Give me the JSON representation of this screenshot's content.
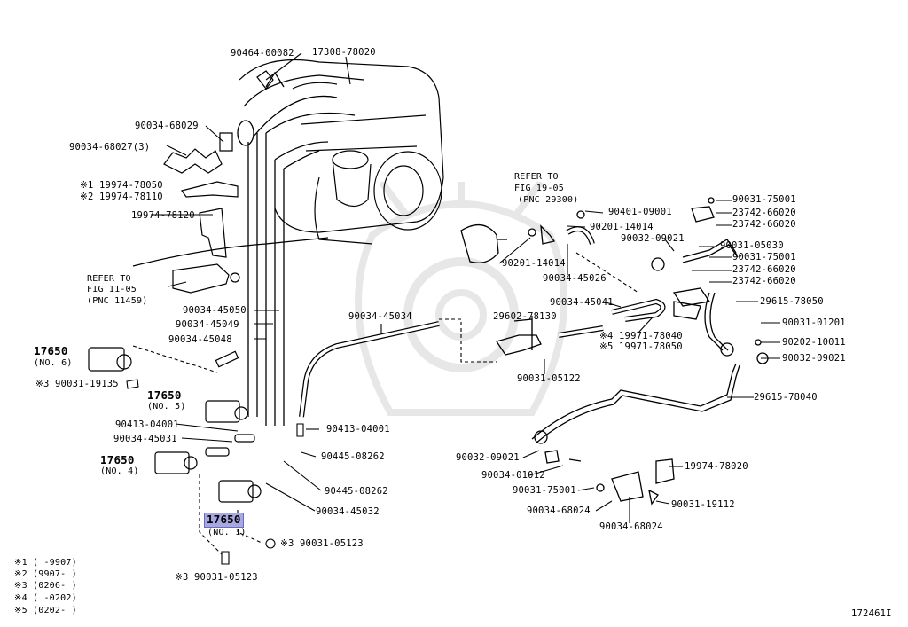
{
  "diagram_id": "172461I",
  "parts": {
    "p_90464_00082": "90464-00082",
    "p_17308_78020": "17308-78020",
    "p_90034_68029": "90034-68029",
    "p_90034_68027": "90034-68027(3)",
    "p_19974_78050": "※1 19974-78050",
    "p_19974_78110": "※2 19974-78110",
    "p_19974_78120": "19974-78120",
    "p_90034_45050": "90034-45050",
    "p_90034_45049": "90034-45049",
    "p_90034_45048": "90034-45048",
    "p_90034_45034": "90034-45034",
    "p_90031_19135": "※3 90031-19135",
    "p_90413_04001_l": "90413-04001",
    "p_90034_45031": "90034-45031",
    "p_90413_04001_r": "90413-04001",
    "p_90445_08262_a": "90445-08262",
    "p_90445_08262_b": "90445-08262",
    "p_90034_45032": "90034-45032",
    "p_90031_05123_a": "※3 90031-05123",
    "p_90031_05123_b": "※3 90031-05123",
    "p_90401_09001": "90401-09001",
    "p_90201_14014_a": "90201-14014",
    "p_90201_14014_b": "90201-14014",
    "p_90034_45026": "90034-45026",
    "p_90034_45041": "90034-45041",
    "p_29602_78130": "29602-78130",
    "p_19971_78040": "※4 19971-78040",
    "p_19971_78050": "※5 19971-78050",
    "p_90031_05122": "90031-05122",
    "p_90031_75001_a": "90031-75001",
    "p_23742_66020_a": "23742-66020",
    "p_23742_66020_b": "23742-66020",
    "p_90032_09021_a": "90032-09021",
    "p_90031_05030": "90031-05030",
    "p_90031_75001_b": "90031-75001",
    "p_23742_66020_c": "23742-66020",
    "p_23742_66020_d": "23742-66020",
    "p_29615_78050": "29615-78050",
    "p_90031_01201": "90031-01201",
    "p_90202_10011": "90202-10011",
    "p_90032_09021_b": "90032-09021",
    "p_29615_78040": "29615-78040",
    "p_90032_09021_c": "90032-09021",
    "p_90034_01012": "90034-01012",
    "p_90031_75001_c": "90031-75001",
    "p_90034_68024_a": "90034-68024",
    "p_90034_68024_b": "90034-68024",
    "p_19974_78020": "19974-78020",
    "p_90031_19112": "90031-19112"
  },
  "solenoids": [
    {
      "part": "17650",
      "no": "(NO. 6)"
    },
    {
      "part": "17650",
      "no": "(NO. 5)"
    },
    {
      "part": "17650",
      "no": "(NO. 4)"
    },
    {
      "part": "17650",
      "no": "(NO. 1)"
    }
  ],
  "refs": [
    {
      "line1": "REFER TO",
      "line2": "FIG 11-05",
      "line3": "(PNC 11459)"
    },
    {
      "line1": "REFER TO",
      "line2": "FIG 19-05",
      "line3": "(PNC 29300)"
    }
  ],
  "legend": [
    "※1 (     -9907)",
    "※2 (9907-     )",
    "※3 (0206-     )",
    "※4 (     -0202)",
    "※5 (0202-     )"
  ],
  "colors": {
    "line": "#000000",
    "highlight": "#a7a7e2"
  }
}
